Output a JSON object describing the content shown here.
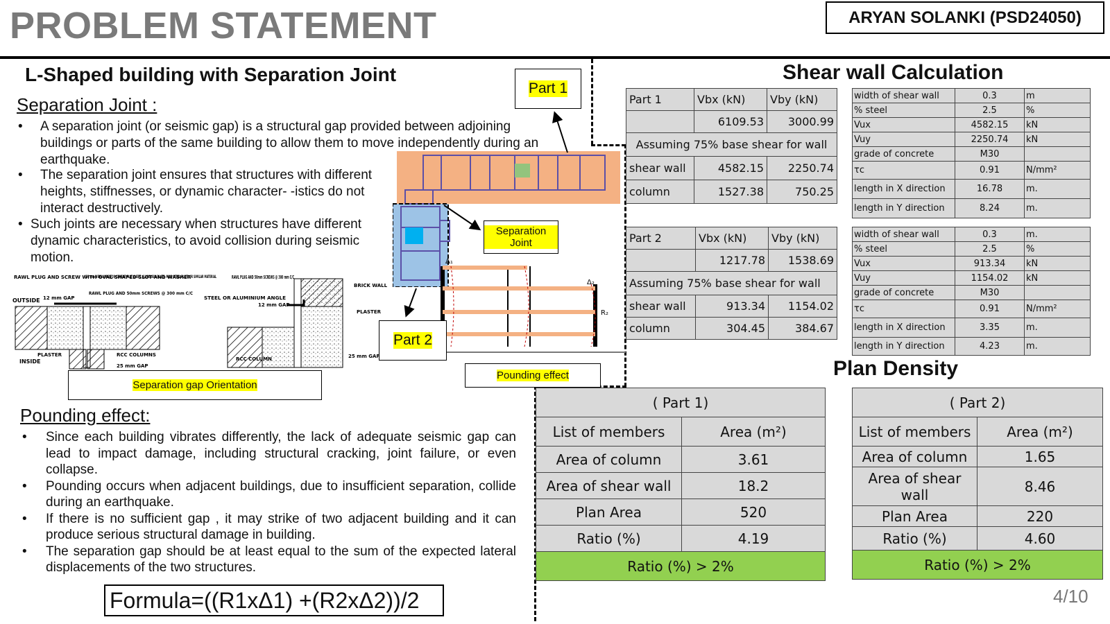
{
  "header": {
    "title": "PROBLEM STATEMENT",
    "author": "ARYAN SOLANKI (PSD24050)"
  },
  "left": {
    "subtitle": "L-Shaped building with Separation Joint",
    "separation_heading": "Separation Joint :",
    "separation_bullets": [
      "A separation joint (or seismic gap) is a structural gap provided between adjoining buildings or parts of the same building to allow them to move independently during an earthquake.",
      "The separation joint ensures that structures with different heights, stiffnesses, or dynamic character- -istics do not interact destructively.",
      "Such joints are necessary when structures have different dynamic characteristics, to avoid collision during seismic motion."
    ],
    "pounding_heading": "Pounding effect:",
    "pounding_bullets": [
      "Since each building vibrates differently, the lack of adequate seismic gap can lead to impact damage, including structural cracking, joint failure, or even collapse.",
      "Pounding occurs when adjacent buildings, due to insufficient separation, collide during an earthquake.",
      "If there is no sufficient gap , it may strike of two adjacent building and it can produce serious structural damage in building.",
      "The separation gap should be at least equal to the sum of the expected lateral displacements of the two structures."
    ],
    "bullet_symbol": "•",
    "formula": "Formula=((R1xΔ1) +(R2xΔ2))/2"
  },
  "figures": {
    "part1_label": "Part 1",
    "part2_label": "Part 2",
    "separation_joint_label": "Separation Joint",
    "pounding_label": "Pounding effect",
    "gap_orientation_label": "Separation gap Orientation",
    "detail_annotations": {
      "rawl_plug_left": "RAWL PLUG AND SCREW WITH OVAL SHAPED SLOT AND WASHER",
      "asbestos": "150 mm WIDE ASBESTOS CEMENT FLAT SHEET, ALUMINIUM PLATE, MILD STEEL PLATE OR SIMILAR MATERIAL",
      "rawl_plug_50": "RAWL PLUG AND 50mm SCREWS @ 300 mm C/C",
      "outside": "OUTSIDE",
      "gap12_left": "12 mm GAP",
      "plaster": "PLASTER",
      "inside": "INSIDE",
      "rcc_columns": "RCC COLUMNS",
      "gap25_left": "25 mm GAP",
      "rawl_plug_right": "RAWL PLUG AND 50mm SCREWS @ 300 mm C/C",
      "steel_angle": "STEEL OR ALUMINIUM ANGLE",
      "gap12_right": "12 mm GAP",
      "brick_wall": "BRICK WALL",
      "plaster_right": "PLASTER",
      "rcc_column": "RCC COLUMN",
      "gap25_right": "25 mm GAP"
    },
    "pounding_symbols": {
      "delta1": "Δ₁",
      "delta2": "Δ₂",
      "r1": "R₁",
      "r2": "R₂"
    }
  },
  "shear": {
    "heading": "Shear wall Calculation",
    "part1": {
      "label": "Part 1",
      "vbx_label": "Vbx (kN)",
      "vby_label": "Vby (kN)",
      "vbx": "6109.53",
      "vby": "3000.99",
      "assume": "Assuming 75% base shear for wall",
      "rows": [
        {
          "name": "shear wall",
          "x": "4582.15",
          "y": "2250.74"
        },
        {
          "name": "column",
          "x": "1527.38",
          "y": "750.25"
        }
      ]
    },
    "part2": {
      "label": "Part 2",
      "vbx_label": "Vbx (kN)",
      "vby_label": "Vby (kN)",
      "vbx": "1217.78",
      "vby": "1538.69",
      "assume": "Assuming 75% base shear for wall",
      "rows": [
        {
          "name": "shear wall",
          "x": "913.34",
          "y": "1154.02"
        },
        {
          "name": "column",
          "x": "304.45",
          "y": "384.67"
        }
      ]
    },
    "props1": [
      {
        "k": "width of shear wall",
        "v": "0.3",
        "u": "m"
      },
      {
        "k": "% steel",
        "v": "2.5",
        "u": "%"
      },
      {
        "k": "Vux",
        "v": "4582.15",
        "u": "kN"
      },
      {
        "k": "Vuy",
        "v": "2250.74",
        "u": "kN"
      },
      {
        "k": "grade of concrete",
        "v": "M30",
        "u": ""
      },
      {
        "k": "τc",
        "v": "0.91",
        "u": "N/mm²"
      },
      {
        "k": "length in X direction",
        "v": "16.78",
        "u": "m."
      },
      {
        "k": "length in Y direction",
        "v": "8.24",
        "u": "m."
      }
    ],
    "props2": [
      {
        "k": "width of shear wall",
        "v": "0.3",
        "u": "m."
      },
      {
        "k": "% steel",
        "v": "2.5",
        "u": "%"
      },
      {
        "k": "Vux",
        "v": "913.34",
        "u": "kN"
      },
      {
        "k": "Vuy",
        "v": "1154.02",
        "u": "kN"
      },
      {
        "k": "grade of concrete",
        "v": "M30",
        "u": ""
      },
      {
        "k": "τc",
        "v": "0.91",
        "u": "N/mm²"
      },
      {
        "k": "length in X direction",
        "v": "3.35",
        "u": "m."
      },
      {
        "k": "length in Y direction",
        "v": "4.23",
        "u": "m."
      }
    ]
  },
  "plan": {
    "heading": "Plan Density",
    "part1": {
      "title": "( Part 1)",
      "col1": "List of members",
      "col2": "Area (m²)",
      "rows": [
        {
          "k": "Area of column",
          "v": "3.61"
        },
        {
          "k": "Area of shear wall",
          "v": "18.2"
        },
        {
          "k": "Plan Area",
          "v": "520"
        },
        {
          "k": "Ratio (%)",
          "v": "4.19"
        }
      ],
      "result": "Ratio (%) > 2%"
    },
    "part2": {
      "title": "( Part 2)",
      "col1": "List of members",
      "col2": "Area (m²)",
      "rows": [
        {
          "k": "Area of column",
          "v": "1.65"
        },
        {
          "k": "Area of shear wall",
          "v": "8.46"
        },
        {
          "k": "Plan Area",
          "v": "220"
        },
        {
          "k": "Ratio (%)",
          "v": "4.60"
        }
      ],
      "result": "Ratio (%) > 2%"
    }
  },
  "page_number": "4/10",
  "colors": {
    "highlight": "#ffff00",
    "table_gray": "#d9d9d9",
    "pass_green": "#92d050",
    "plan_salmon": "#f4b183",
    "plan_blue": "#9dc3e6"
  }
}
